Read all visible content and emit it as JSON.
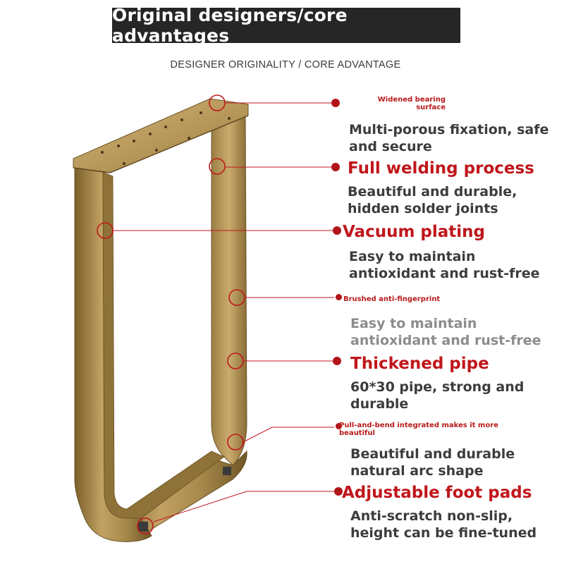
{
  "banner_title": "Original designers/core advantages",
  "subtitle": "DESIGNER ORIGINALITY / CORE ADVANTAGE",
  "features": [
    {
      "heading": "Widened bearing surface",
      "description": "Multi-porous fixation, safe and secure"
    },
    {
      "heading": "Full welding process",
      "description": "Beautiful and durable, hidden solder joints"
    },
    {
      "heading": "Vacuum plating",
      "description": "Easy to maintain antioxidant and rust-free"
    },
    {
      "heading": "Brushed anti-fingerprint",
      "description": "Easy to maintain antioxidant and rust-free"
    },
    {
      "heading": "Thickened pipe",
      "description": "60*30 pipe, strong and durable"
    },
    {
      "heading": "Pull-and-bend integrated makes it more beautiful",
      "description": "Beautiful and durable natural arc shape"
    },
    {
      "heading": "Adjustable foot pads",
      "description": "Anti-scratch non-slip, height can be fine-tuned"
    }
  ],
  "colors": {
    "accent_red": "#c0161b",
    "banner_bg": "#262626",
    "gold": "#a8884a"
  }
}
